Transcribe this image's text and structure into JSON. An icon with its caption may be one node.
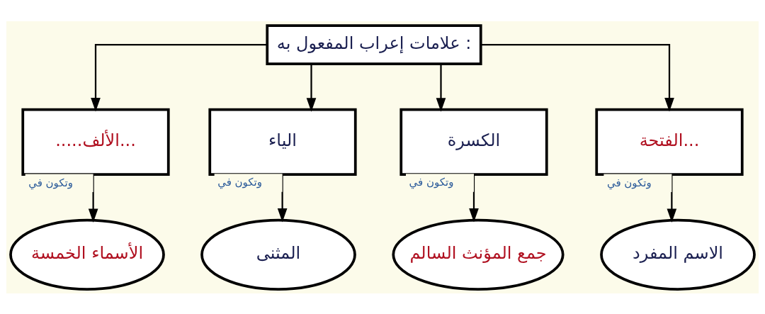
{
  "diagram": {
    "nodes": [
      {
        "text": [
          "علامات إعراب المفعول به :"
        ]
      },
      {
        "text": [
          "الفتحة..."
        ]
      },
      {
        "text": [
          "الكسرة"
        ]
      },
      {
        "text": [
          "الياء"
        ]
      },
      {
        "text": [
          ".....الألف..."
        ]
      },
      {
        "text": [
          "الاسم المفرد"
        ]
      },
      {
        "text": [
          "جمع المؤنث السالم"
        ]
      },
      {
        "text": [
          "المثنى"
        ]
      },
      {
        "text": [
          "الأسماء الخمسة"
        ]
      }
    ],
    "edges": [
      {
        "from": 0,
        "to": 1,
        "arrow": "to"
      },
      {
        "from": 0,
        "to": 2,
        "arrow": "to"
      },
      {
        "from": 0,
        "to": 3,
        "arrow": "to"
      },
      {
        "from": 0,
        "to": 4,
        "arrow": "to"
      },
      {
        "from": 1,
        "to": 5,
        "arrow": "to",
        "label": "وتكون في"
      },
      {
        "from": 2,
        "to": 6,
        "arrow": "to",
        "label": "وتكون في"
      },
      {
        "from": 3,
        "to": 7,
        "arrow": "to",
        "label": "وتكون في"
      },
      {
        "from": 4,
        "to": 8,
        "arrow": "to",
        "label": "وتكون في"
      }
    ]
  }
}
